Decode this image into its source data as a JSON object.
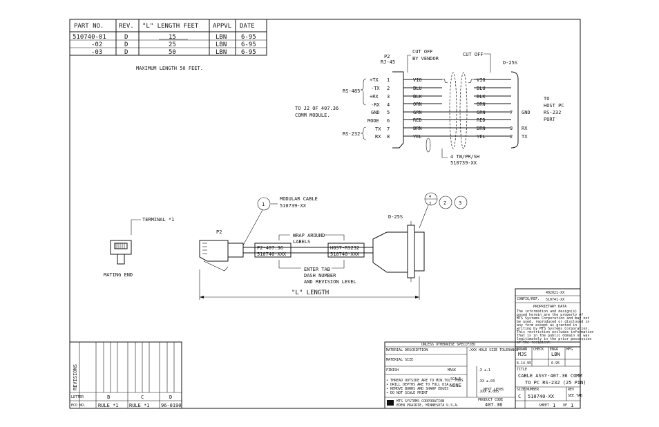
{
  "parts_table": {
    "headers": [
      "PART NO.",
      "REV.",
      "\"L\" LENGTH FEET",
      "APPVL",
      "DATE"
    ],
    "rows": [
      [
        "510740-01",
        "D",
        "15",
        "LBN",
        "6-95"
      ],
      [
        "-02",
        "D",
        "25",
        "LBN",
        "6-95"
      ],
      [
        "-03",
        "D",
        "50",
        "LBN",
        "6-95"
      ]
    ]
  },
  "notes": {
    "max_length": "MAXIMUM LENGTH 50 FEET."
  },
  "schematic": {
    "p2_label": "P2",
    "p2_type": "RJ-45",
    "cutoff_vendor_1": "CUT OFF",
    "cutoff_vendor_2": "BY VENDOR",
    "cutoff": "CUT OFF",
    "d25_label": "D-25S",
    "rs485": "RS-485",
    "rs232": "RS-232",
    "to_j2_1": "TO J2 OF 407.36",
    "to_j2_2": "COMM MODULE.",
    "to_host": [
      "TO",
      "HOST PC",
      "RS-232",
      "PORT"
    ],
    "pins": [
      {
        "sig": "+TX",
        "num": "1",
        "wire": "VIO",
        "rwire": "VIO"
      },
      {
        "sig": "-TX",
        "num": "2",
        "wire": "BLU",
        "rwire": "BLU"
      },
      {
        "sig": "+RX",
        "num": "3",
        "wire": "BLK",
        "rwire": "BLK"
      },
      {
        "sig": "-RX",
        "num": "4",
        "wire": "ORN",
        "rwire": "ORN"
      },
      {
        "sig": "GND",
        "num": "5",
        "wire": "GRN",
        "rwire": "GRN"
      },
      {
        "sig": "MODE",
        "num": "6",
        "wire": "RED",
        "rwire": "RED"
      },
      {
        "sig": "TX",
        "num": "7",
        "wire": "BRN",
        "rwire": "BRN"
      },
      {
        "sig": "RX",
        "num": "8",
        "wire": "YEL",
        "rwire": "YEL"
      }
    ],
    "right_pins": [
      {
        "num": "7",
        "sig": "GND"
      },
      {
        "num": "3",
        "sig": "RX"
      },
      {
        "num": "2",
        "sig": "TX"
      }
    ],
    "cable_note_1": "4 TW/PR/SH",
    "cable_note_2": "510739-XX"
  },
  "assembly": {
    "balloon_1": "1",
    "balloon_2": "2",
    "balloon_3": "3",
    "balloon_4": "4",
    "balloon_3b": "3",
    "modular_1": "MODULAR CABLE",
    "modular_2": "510739-XX",
    "terminal": "TERMINAL *1",
    "mating_end": "MATING END",
    "p2": "P2",
    "d25s": "D-25S",
    "wrap_1": "WRAP AROUND",
    "wrap_2": "LABELS",
    "label_left_1": "P2-407.36",
    "label_left_2": "510740-XXX",
    "label_right_1": "HOST-RS232",
    "label_right_2": "510740-XXX",
    "enter_1": "ENTER TAB",
    "enter_2": "DASH NUMBER",
    "enter_3": "AND REVISION LEVEL",
    "length": "\"L\" LENGTH"
  },
  "proprietary": {
    "ref_1": "402021-XX",
    "ref_2_label": "CONFIG/REF.",
    "ref_2": "510741-XX",
    "title": "PROPRIETARY DATA",
    "body": [
      "The information and design(s)",
      "posed herein are the property of",
      "MTS Systems Corporation and may not",
      "be used, reproduced or disclosed in",
      "any form except as granted in",
      "writing by MTS Systems Corporation.",
      "This restriction excludes information",
      "that is in the public domain or was",
      "legitimately in the prior possession",
      "of the recipient."
    ]
  },
  "title_block": {
    "unless": "UNLESS OTHERWISE SPECIFIED",
    "xxx": ".XXX HOLE SIZE TOLERANCE",
    "material_desc": "MATERIAL DESCRIPTION",
    "material_size": "MATERIAL SIZE",
    "finish": "FINISH",
    "mask": "MASK",
    "scale_label": "SCALE",
    "scale": "NONE",
    "notes": [
      "• THREAD OUTSIDE ARE TO MIN.TOL. THDS",
      "• DRILL DEPTHS ARE TO FULL DIA.",
      "• REMOVE BURRS AND SHARP EDGES",
      "• DO NOT SCALE PRINT"
    ],
    "company_1": "MTS SYSTEMS CORPORATION",
    "company_2": "EDEN PRAIRIE, MINNESOTA U.S.A.",
    "drawn_label": "DRAWN",
    "drawn": "MJS",
    "check_label": "CHECK",
    "engr_label": "ENGR",
    "engr": "LBN",
    "mfg_label": "MFG",
    "date_1": "6-14-95",
    "date_2": "6-95",
    "title_label": "TITLE",
    "title_1": "CABLE ASSY-407.36 COMM",
    "title_2": "TO PC RS-232 (25 PIN)",
    "next_level_label": "NEXT LEVEL",
    "size_label": "SIZE",
    "size": "C",
    "number_label": "NUMBER",
    "number": "510740-XX",
    "rev_label": "REV",
    "rev": "SEE TAB",
    "product_code_label": "PRODUCT CODE",
    "product_code": "407.36",
    "sheet_label": "SHEET",
    "sheet": "1",
    "of_label": "OF",
    "of": "1",
    "tolerance": [
      ".X ±.1",
      ".XX ±.03",
      ".XXX ±.005"
    ]
  },
  "revisions": {
    "title": "REVISIONS",
    "letter_label": "LETTER",
    "eco_label": "ECO NO.",
    "letters": [
      "B",
      "C",
      "D"
    ],
    "ecos": [
      "RULE *1",
      "RULE *1",
      "96-0190"
    ]
  }
}
